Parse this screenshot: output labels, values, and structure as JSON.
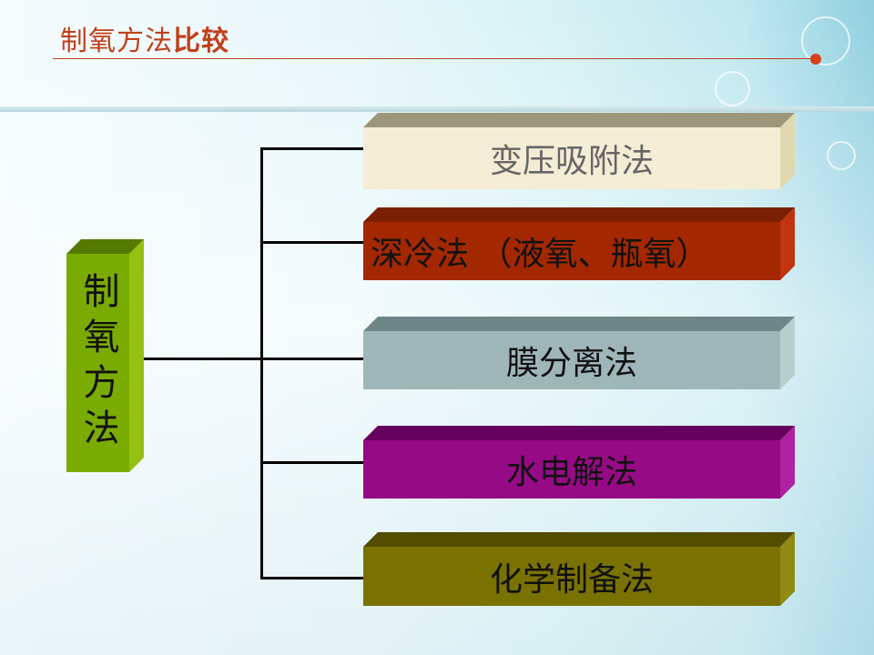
{
  "title": {
    "part1": "制氧方法",
    "part2": "比较"
  },
  "root": {
    "label": "制氧方法"
  },
  "methods": [
    {
      "label": "变压吸附法",
      "front": "#f5ecd6",
      "top": "#9c977a",
      "side": "#e2d8b0",
      "text": "#666666"
    },
    {
      "label": "深冷法 （液氧、瓶氧）",
      "front": "#a32800",
      "top": "#7a2000",
      "side": "#c03510",
      "text": "#111111"
    },
    {
      "label": "膜分离法",
      "front": "#9fb6b8",
      "top": "#6f8587",
      "side": "#b8cdce",
      "text": "#111111"
    },
    {
      "label": "水电解法",
      "front": "#970a86",
      "top": "#66005e",
      "side": "#b020a2",
      "text": "#111111"
    },
    {
      "label": "化学制备法",
      "front": "#7a7200",
      "top": "#524d00",
      "side": "#908a12",
      "text": "#111111"
    }
  ]
}
